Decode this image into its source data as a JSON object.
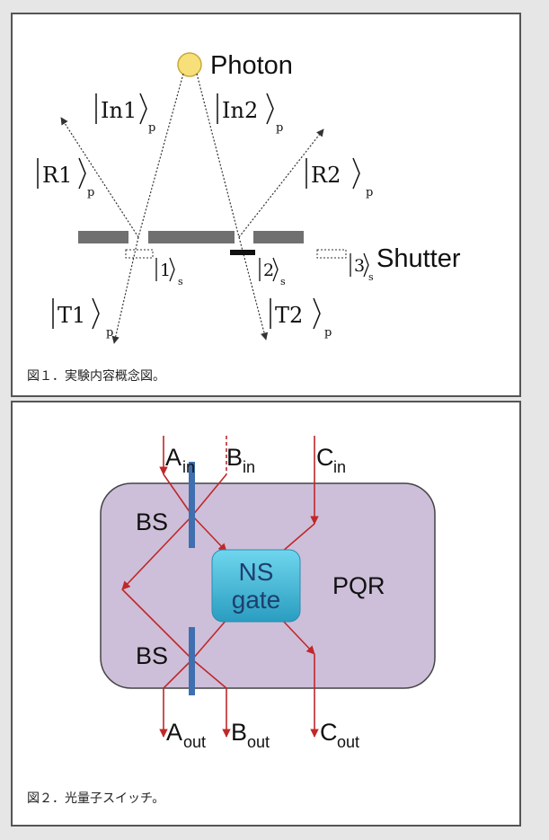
{
  "figure1": {
    "photon_label": "Photon",
    "in1": {
      "base": "In1",
      "sub": "p"
    },
    "in2": {
      "base": "In2",
      "sub": "p"
    },
    "r1": {
      "base": "R1",
      "sub": "p"
    },
    "r2": {
      "base": "R2",
      "sub": "p"
    },
    "t1": {
      "base": "T1",
      "sub": "p"
    },
    "t2": {
      "base": "T2",
      "sub": "p"
    },
    "s1": {
      "base": "1",
      "sub": "s"
    },
    "s2": {
      "base": "2",
      "sub": "s"
    },
    "s3": {
      "base": "3",
      "sub": "s"
    },
    "shutter_label": "Shutter",
    "caption": "図１．実験内容概念図。",
    "colors": {
      "photon": "#f7e07a",
      "photon_stroke": "#c9a93a",
      "bar": "#707070"
    }
  },
  "figure2": {
    "a_in": {
      "base": "A",
      "sub": "in"
    },
    "b_in": {
      "base": "B",
      "sub": "in"
    },
    "c_in": {
      "base": "C",
      "sub": "in"
    },
    "a_out": {
      "base": "A",
      "sub": "out"
    },
    "b_out": {
      "base": "B",
      "sub": "out"
    },
    "c_out": {
      "base": "C",
      "sub": "out"
    },
    "bs_top": "BS",
    "bs_bottom": "BS",
    "ns_line1": "NS",
    "ns_line2": "gate",
    "pqr": "PQR",
    "caption": "図２．光量子スイッチ。",
    "colors": {
      "region_fill": "#cdbfd9",
      "region_stroke": "#444",
      "path": "#c0282a",
      "bs": "#3f6fae",
      "gate_top": "#5fd0ea",
      "gate_bottom": "#2a9dc0",
      "gate_text": "#1e3f6e"
    }
  }
}
